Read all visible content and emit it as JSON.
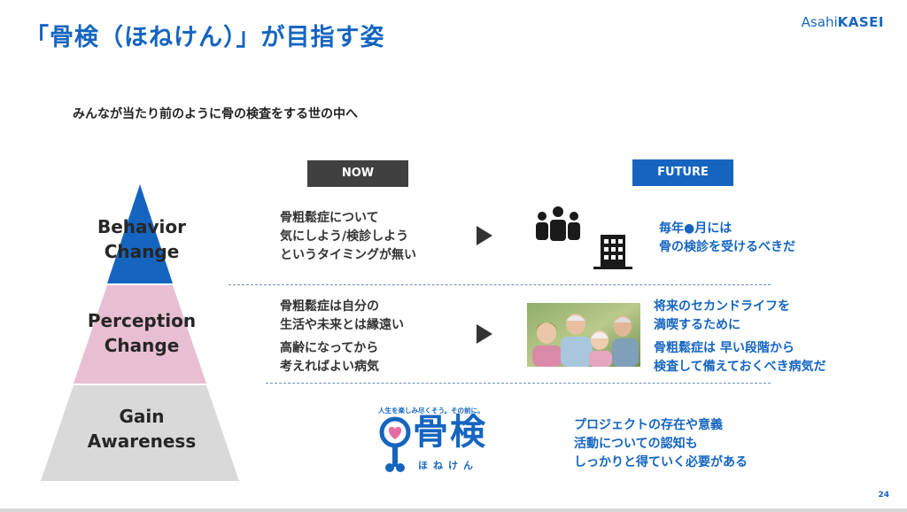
{
  "title": "「骨検（ほねけん）」が目指す姿",
  "logo": {
    "prefix": "Asahi",
    "suffix": "KASEI"
  },
  "subtitle": "みんなが当たり前のように骨の検査をする世の中へ",
  "headers": {
    "now": "NOW",
    "future": "FUTURE"
  },
  "pyramid": {
    "top": {
      "line1": "Behavior",
      "line2": "Change"
    },
    "middle": {
      "line1": "Perception",
      "line2": "Change"
    },
    "bottom": {
      "line1": "Gain",
      "line2": "Awareness"
    }
  },
  "now": {
    "behavior": [
      "骨粗鬆症について",
      "気にしよう/検診しよう",
      "というタイミングが無い"
    ],
    "perception1": [
      "骨粗鬆症は自分の",
      "生活や未来とは縁遠い"
    ],
    "perception2": [
      "高齢になってから",
      "考えればよい病気"
    ]
  },
  "future": {
    "behavior": [
      "毎年●月には",
      "骨の検診を受けるべきだ"
    ],
    "perception1": [
      "将来のセカンドライフを",
      "満喫するために"
    ],
    "perception2": [
      "骨粗鬆症は 早い段階から",
      "検査して備えておくべき病気だ"
    ],
    "awareness": [
      "プロジェクトの存在や意義",
      "活動についての認知も",
      "しっかりと得ていく必要がある"
    ]
  },
  "brand_logo": {
    "tagline": "人生を楽しみ尽くそう。その前に。",
    "name": "骨検",
    "reading": "ほねけん"
  },
  "page_number": "24",
  "colors": {
    "accent": "#1565c0",
    "pyramid_top": "#1565c0",
    "pyramid_middle": "#e8bfd2",
    "pyramid_bottom": "#d9d9d9",
    "dark": "#404040"
  }
}
